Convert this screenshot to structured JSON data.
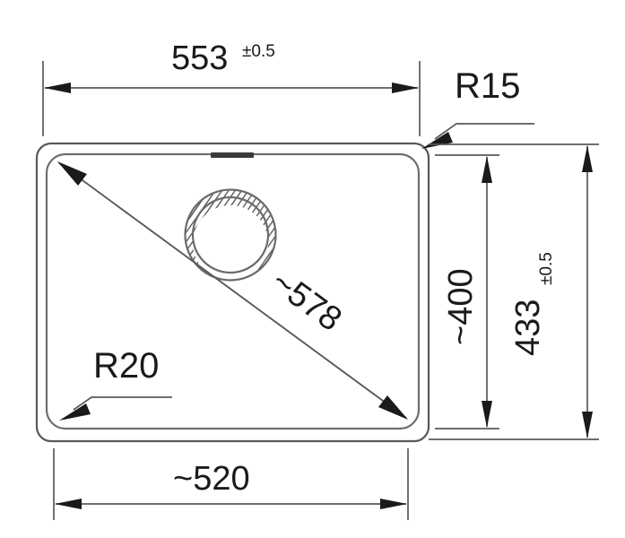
{
  "drawing": {
    "title": "Sink dimension drawing",
    "colors": {
      "line": "#58595b",
      "text": "#1a1a1a",
      "background": "#ffffff",
      "drain": "#6a6b6d"
    },
    "dimensions": {
      "top_width": {
        "value": "553",
        "tolerance": "±0.5",
        "label": "553",
        "orientation": "horizontal"
      },
      "bottom_width": {
        "value": "~520",
        "label": "~520",
        "orientation": "horizontal"
      },
      "inner_height": {
        "value": "~400",
        "label": "~400",
        "orientation": "vertical"
      },
      "outer_height": {
        "value": "433",
        "tolerance": "±0.5",
        "label": "433",
        "orientation": "vertical"
      },
      "diagonal": {
        "value": "~578",
        "label": "~578",
        "orientation": "diagonal"
      }
    },
    "radii": {
      "top_right": {
        "label": "R15",
        "value": "15",
        "target": "top-right-corner"
      },
      "bottom_left": {
        "label": "R20",
        "value": "20",
        "target": "bottom-left-corner"
      }
    },
    "features": {
      "drain": {
        "name": "drain-hole",
        "style": "knurled-ring"
      },
      "overflow": {
        "name": "overflow-slot",
        "style": "filled-bar"
      }
    }
  }
}
